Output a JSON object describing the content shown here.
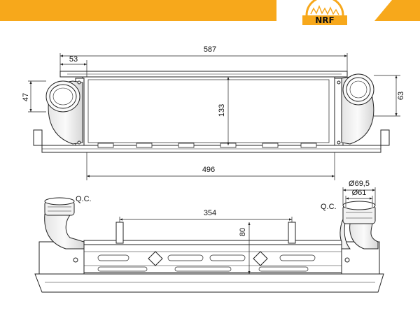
{
  "brand": {
    "logo_text": "NRF",
    "accent_color": "#f7a81b"
  },
  "top_view": {
    "overall_width": "587",
    "offset_left": "53",
    "inlet_height": "47",
    "core_height": "133",
    "outlet_height": "63",
    "core_width": "496"
  },
  "bottom_view": {
    "qc_left": "Q.C.",
    "qc_right": "Q.C.",
    "mount_spacing": "354",
    "mount_height": "80",
    "outer_diameter": "Ø69,5",
    "inner_diameter": "Ø61"
  }
}
